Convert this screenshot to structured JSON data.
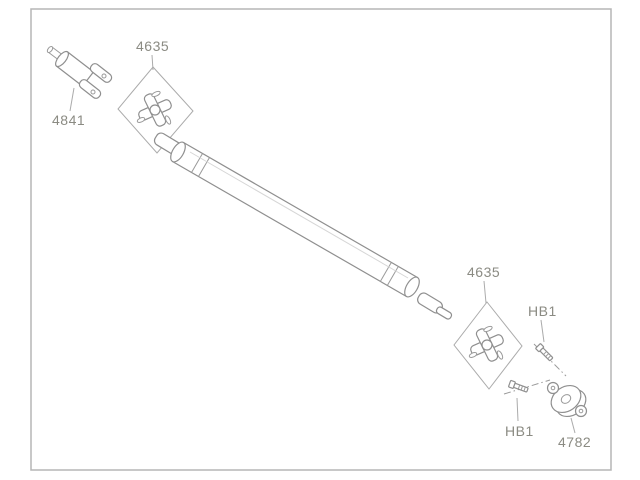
{
  "diagram": {
    "type": "exploded-parts-diagram",
    "subject": "driveshaft-assembly",
    "parts": {
      "slip_yoke_label": "4841",
      "front_ujoint_label": "4635",
      "rear_ujoint_label": "4635",
      "bolt_upper_label": "HB1",
      "bolt_lower_label": "HB1",
      "flange_label": "4782"
    },
    "colors": {
      "background": "#ffffff",
      "border": "#b5b5b5",
      "line": "#8f8f8f",
      "label_text": "#8b8b83"
    }
  }
}
